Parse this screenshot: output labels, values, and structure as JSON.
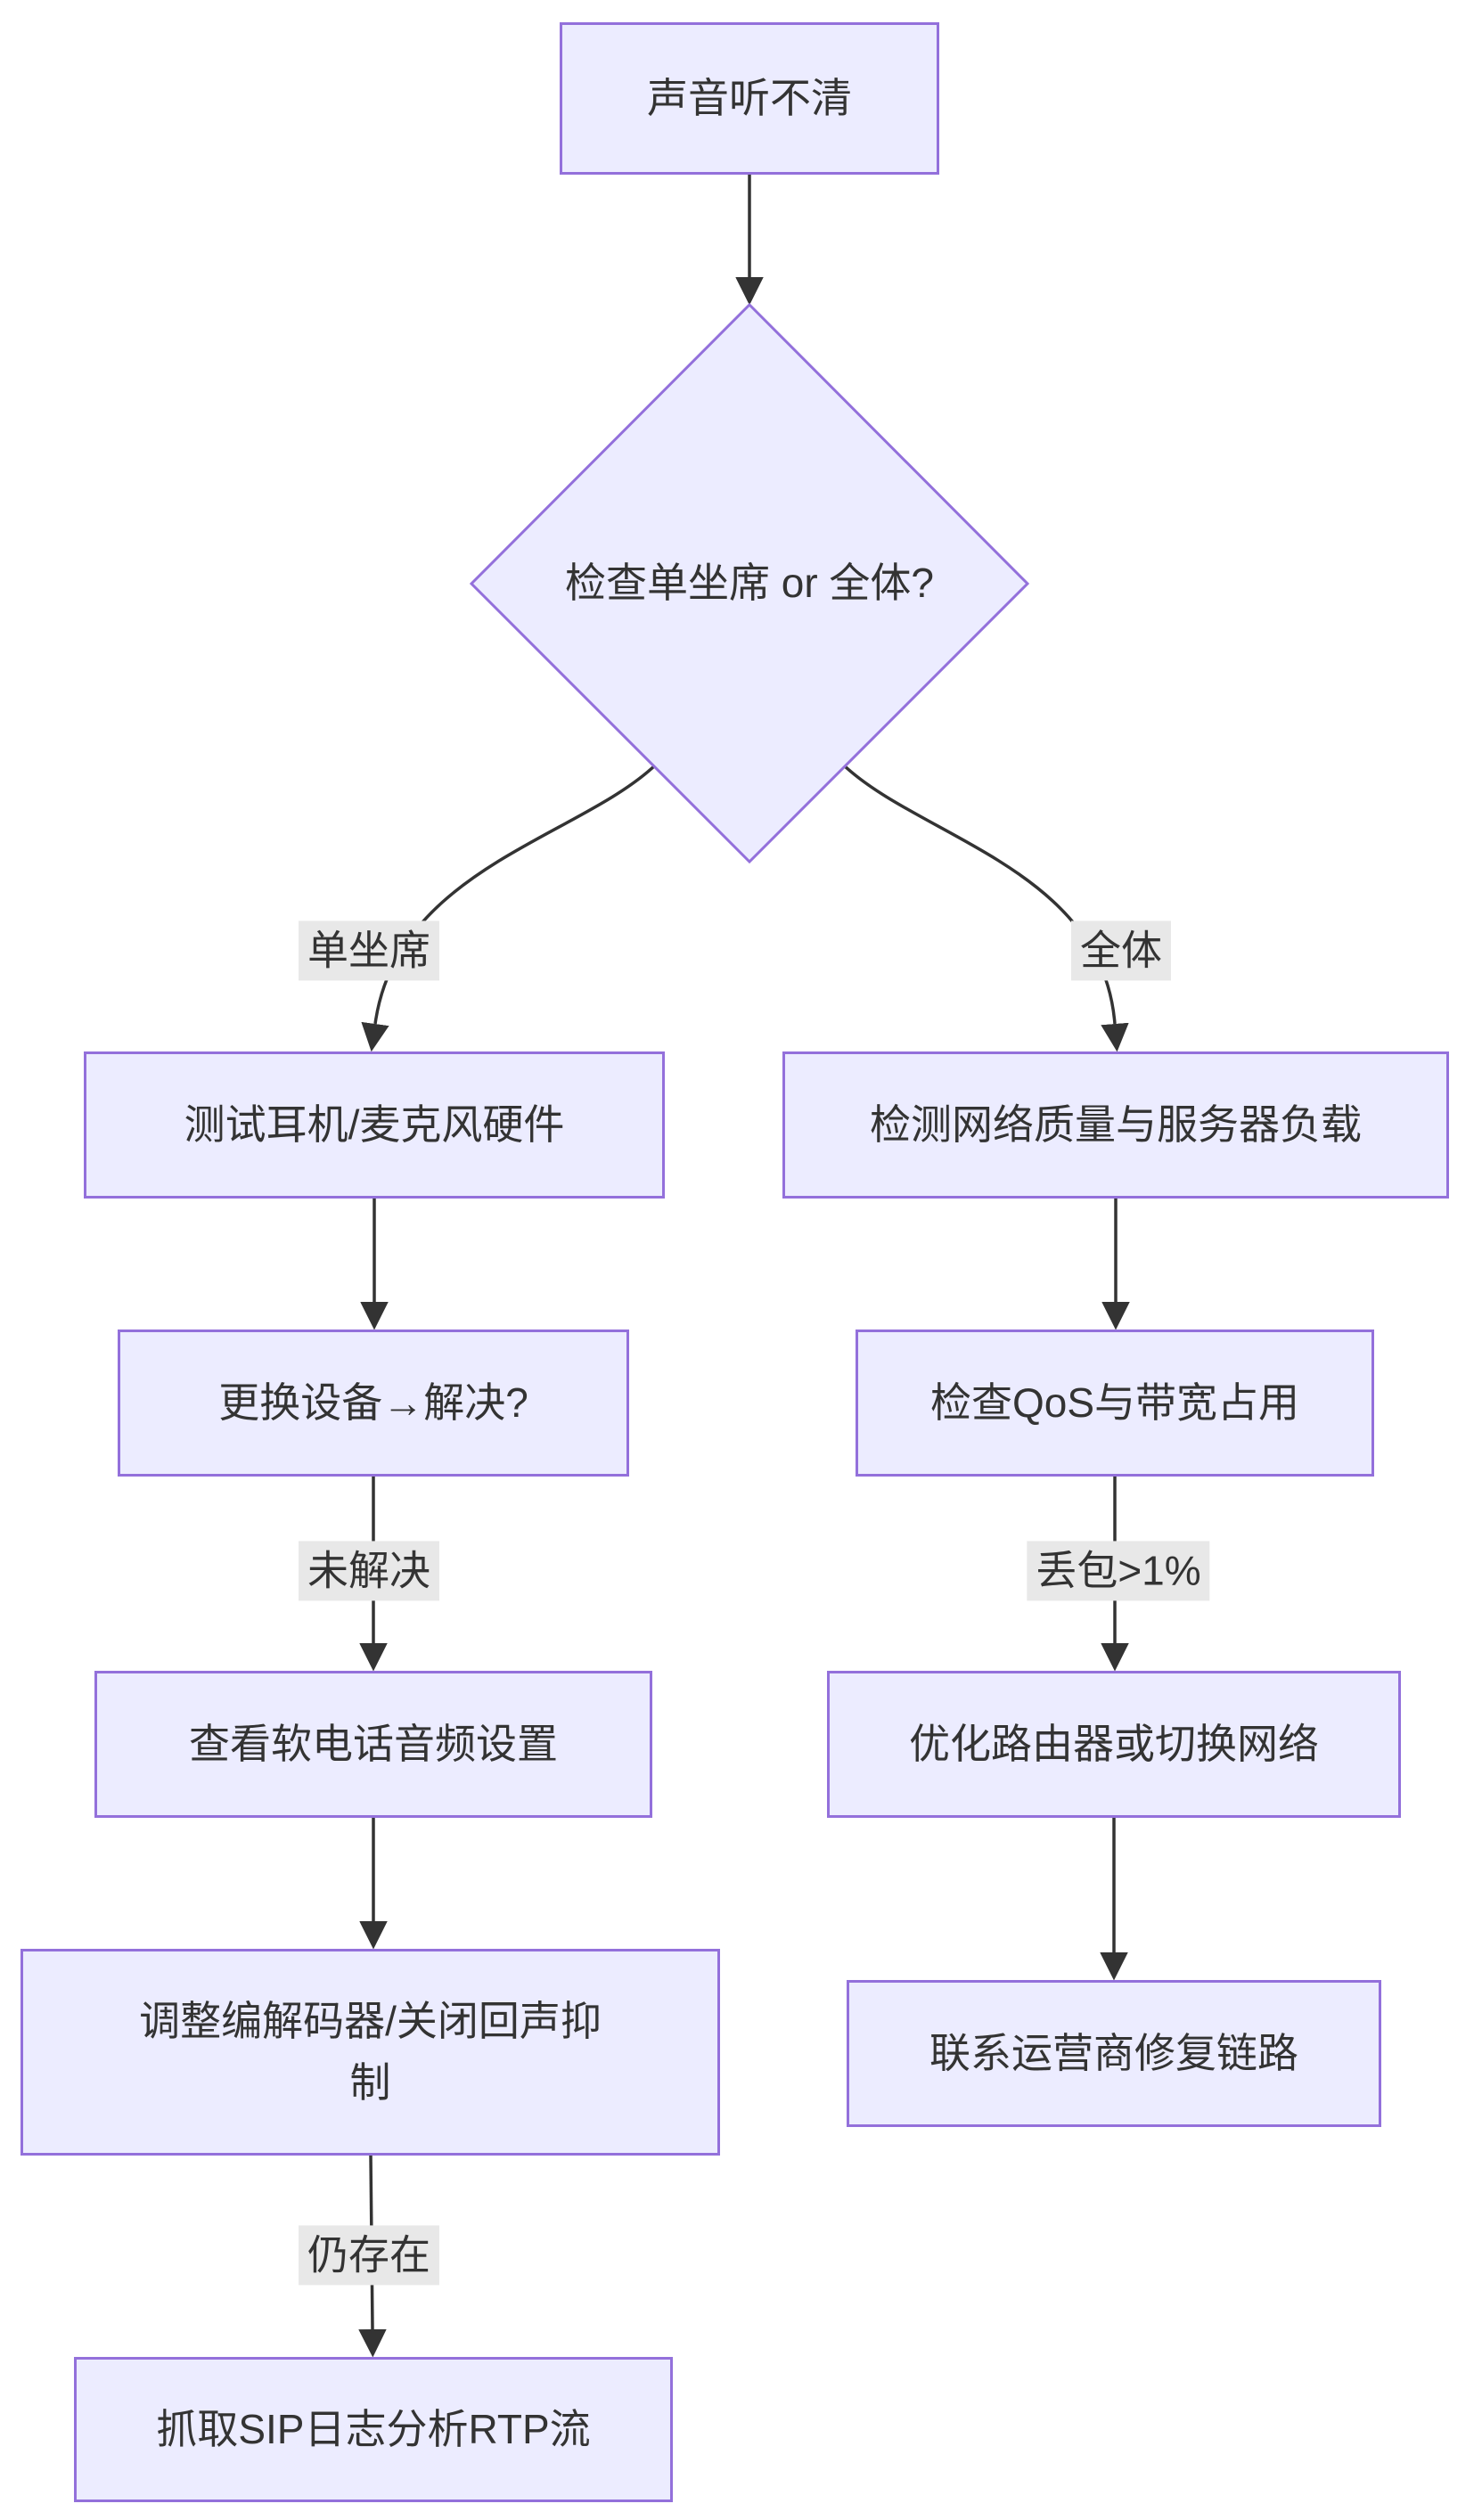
{
  "flowchart": {
    "title": "audio-troubleshooting-flowchart",
    "start_node": "声音听不清",
    "decision_node": "检查单坐席 or 全体?",
    "branch_labels": {
      "left": "单坐席",
      "right": "全体"
    },
    "left_steps": [
      "测试耳机/麦克风硬件",
      "更换设备→解决?",
      "查看软电话音频设置",
      "调整编解码器/关闭回声抑制",
      "抓取SIP日志分析RTP流"
    ],
    "right_steps": [
      "检测网络质量与服务器负载",
      "检查QoS与带宽占用",
      "优化路由器或切换网络",
      "联系运营商修复链路"
    ],
    "edge_labels": {
      "unsolved": "未解决",
      "packet_loss": "丢包>1%",
      "persists": "仍存在"
    }
  },
  "colors": {
    "node_fill": "#ECECFF",
    "node_border": "#9370DB",
    "edge": "#333333",
    "label_bg": "#e8e8e8",
    "text": "#333333"
  }
}
